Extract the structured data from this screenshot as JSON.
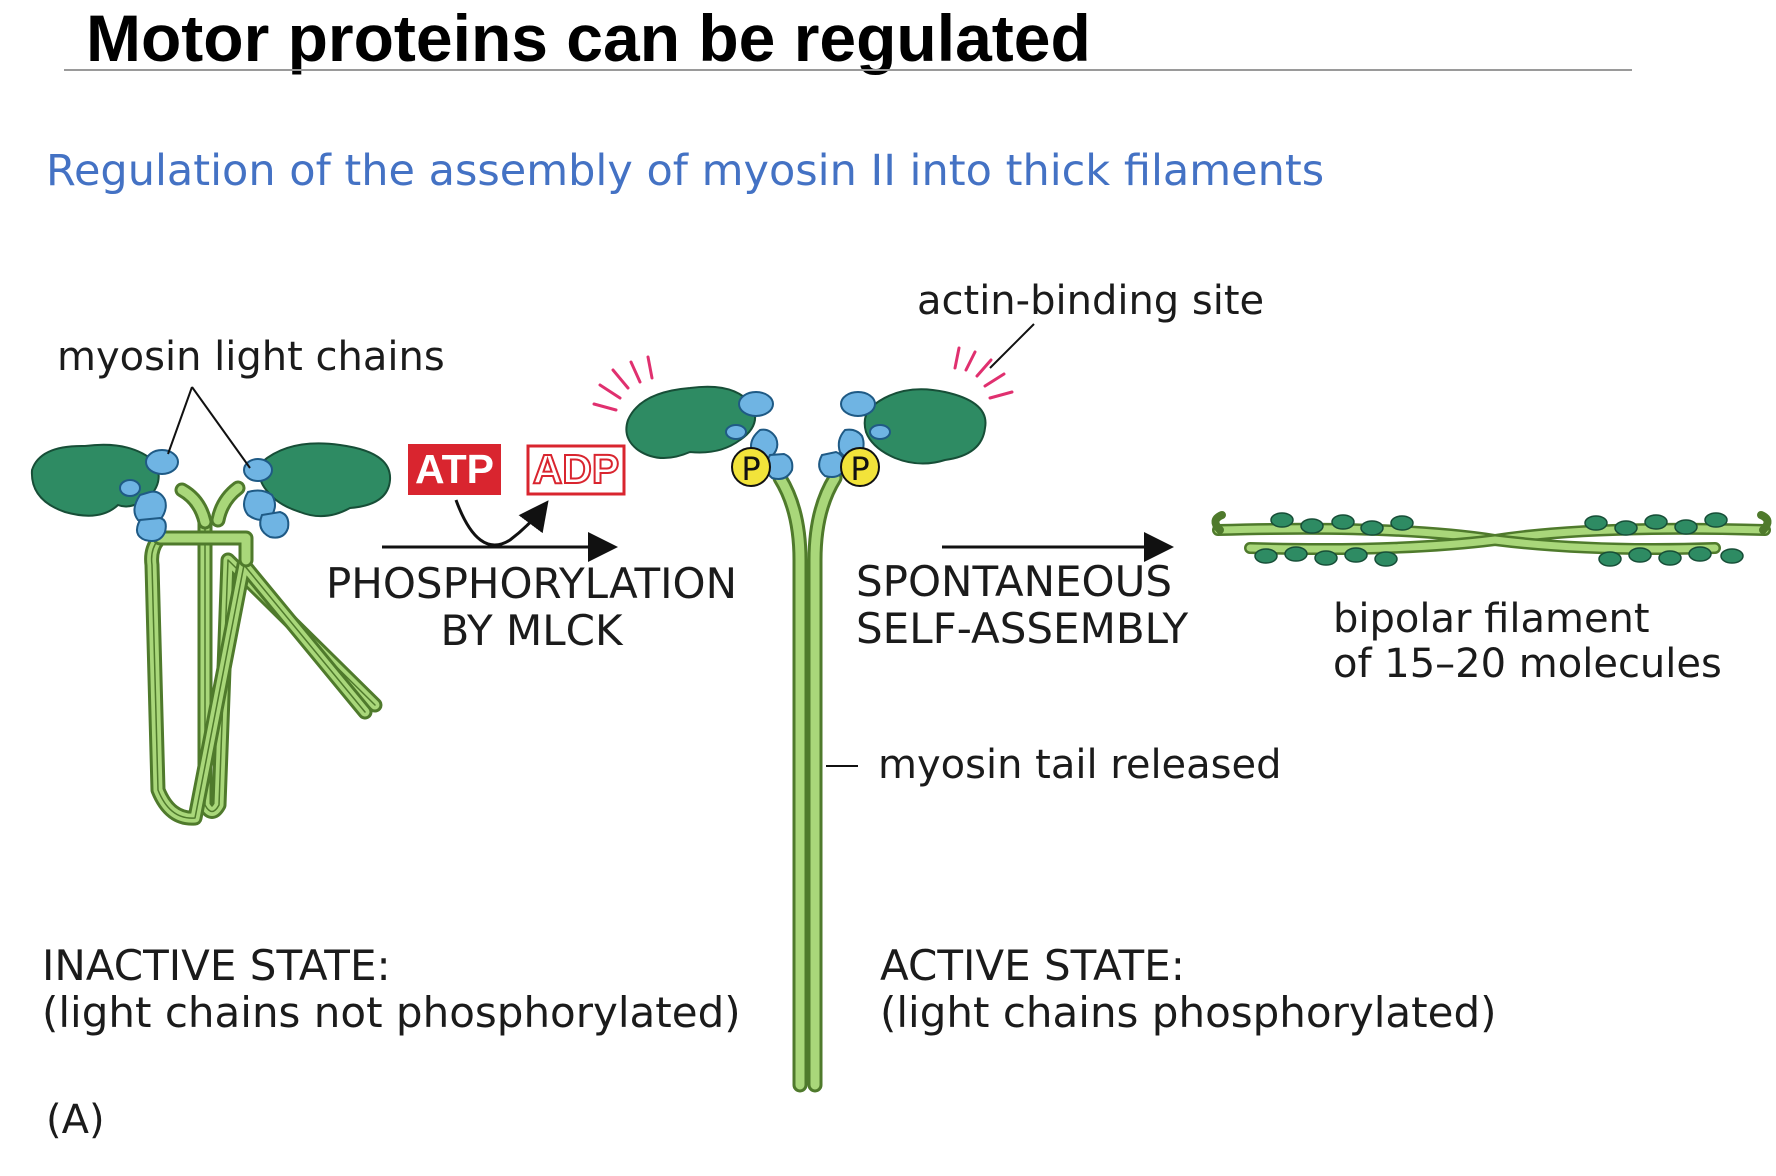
{
  "slide": {
    "title": "Motor proteins can be regulated",
    "subtitle": "Regulation of the assembly of myosin II into thick filaments"
  },
  "diagram": {
    "labels": {
      "light_chains": "myosin light chains",
      "actin_binding": "actin-binding site",
      "atp": "ATP",
      "adp": "ADP",
      "phos_line1": "PHOSPHORYLATION",
      "phos_line2": "BY MLCK",
      "phospho_mark": "P",
      "spont_line1": "SPONTANEOUS",
      "spont_line2": "SELF-ASSEMBLY",
      "bipolar_line1": "bipolar filament",
      "bipolar_line2": "of 15–20 molecules",
      "tail_released": "myosin tail released",
      "inactive_line1": "INACTIVE STATE:",
      "inactive_line2": "(light chains not phosphorylated)",
      "active_line1": "ACTIVE STATE:",
      "active_line2": "(light chains phosphorylated)",
      "panel": "(A)"
    },
    "colors": {
      "head": "#2e8b63",
      "light_chain": "#6fb4e3",
      "tail": "#8cc060",
      "phosphate": "#f2e33a",
      "atp_box": "#d9252f",
      "spark": "#e0306f"
    }
  }
}
